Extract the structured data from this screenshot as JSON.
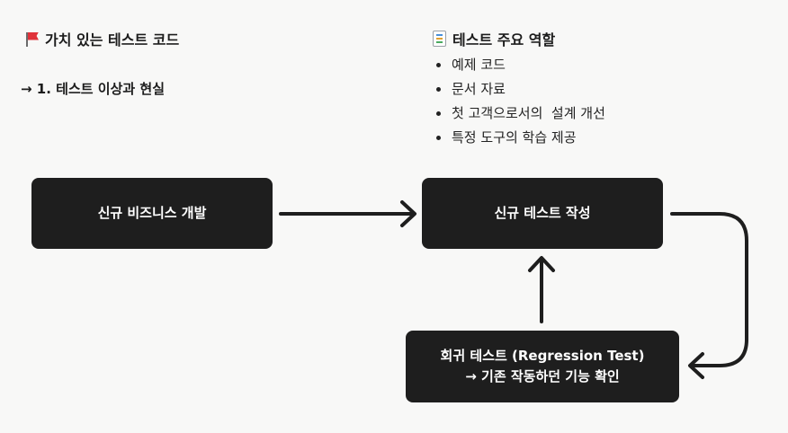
{
  "header_left": {
    "icon": "red-flag-icon",
    "title": "가치 있는 테스트 코드",
    "link_text": "→ 1. 테스트 이상과 현실"
  },
  "roles": {
    "icon": "memo-icon",
    "title": "테스트 주요 역할",
    "items": [
      "예제 코드",
      "문서 자료",
      "첫 고객으로서의  설계 개선",
      "특정 도구의 학습 제공"
    ]
  },
  "diagram": {
    "nodes": {
      "new_business": "신규 비즈니스 개발",
      "new_test": "신규 테스트 작성",
      "regression_title": "회귀 테스트 (Regression Test)",
      "regression_desc": "→ 기존 작동하던 기능 확인"
    },
    "edges": [
      {
        "from": "new_business",
        "to": "new_test"
      },
      {
        "from": "new_test",
        "to": "regression"
      },
      {
        "from": "regression",
        "to": "new_test"
      }
    ]
  },
  "colors": {
    "background": "#f8f8f7",
    "node_fill": "#1e1e1e",
    "node_text": "#ffffff",
    "arrow": "#1e1e1e",
    "flag": "#e0323a"
  }
}
